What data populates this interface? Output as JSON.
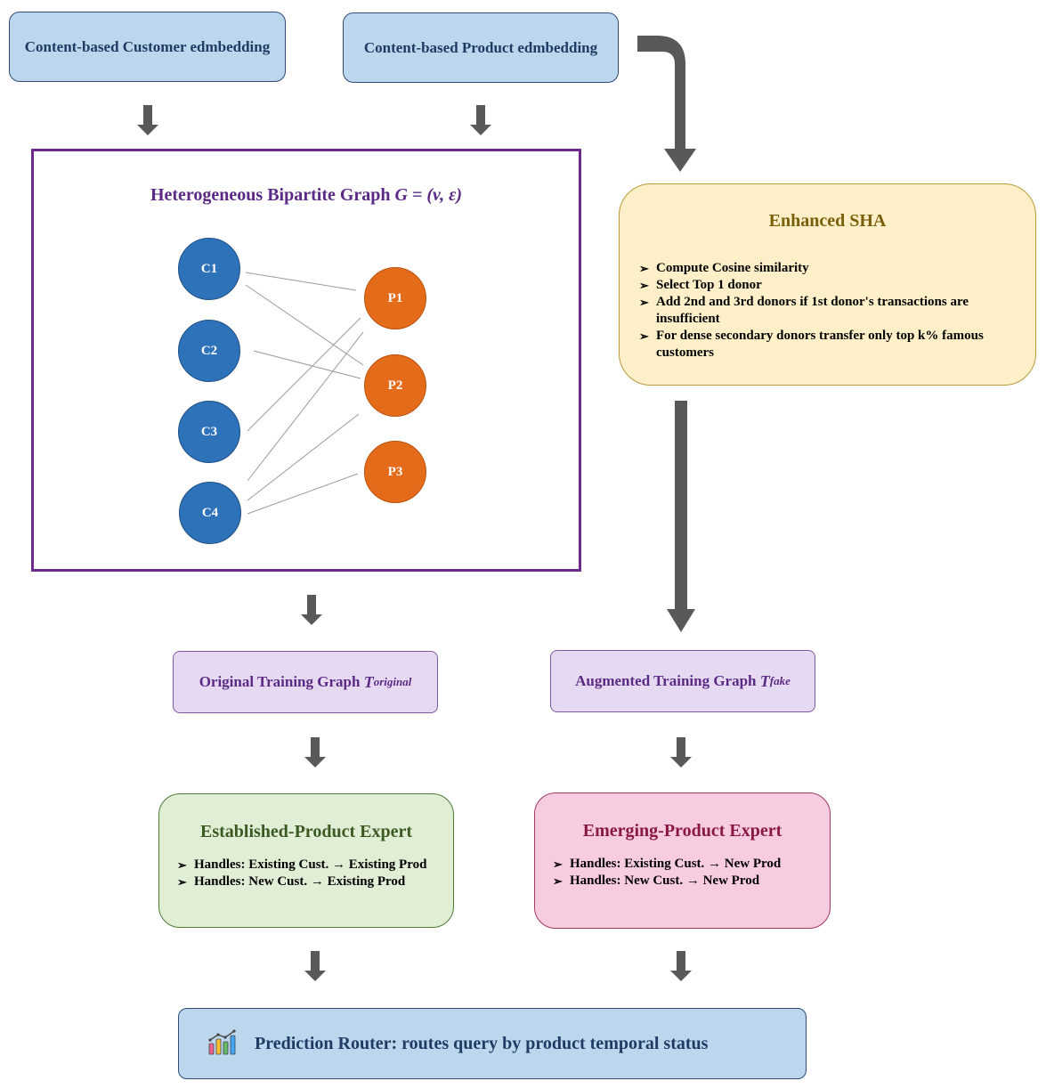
{
  "embeddings": {
    "customer": "Content-based Customer edmbedding",
    "product": "Content-based Product edmbedding"
  },
  "graph": {
    "title_text": "Heterogeneous Bipartite Graph",
    "title_math": "G = (v, ε)",
    "customer_nodes": [
      "C1",
      "C2",
      "C3",
      "C4"
    ],
    "product_nodes": [
      "P1",
      "P2",
      "P3"
    ],
    "edges": [
      [
        "C1",
        "P1"
      ],
      [
        "C1",
        "P2"
      ],
      [
        "C2",
        "P2"
      ],
      [
        "C3",
        "P1"
      ],
      [
        "C4",
        "P1"
      ],
      [
        "C4",
        "P2"
      ],
      [
        "C4",
        "P3"
      ]
    ]
  },
  "enhanced_sha": {
    "title": "Enhanced SHA",
    "items": [
      "Compute Cosine similarity",
      "Select Top 1 donor",
      "Add 2nd and 3rd donors if 1st donor's transactions are insufficient",
      "For dense secondary donors transfer only top k% famous customers"
    ]
  },
  "training_graphs": {
    "original": {
      "label": "Original Training Graph",
      "symbol": "T",
      "subscript": "original"
    },
    "augmented": {
      "label": "Augmented Training Graph",
      "symbol": "T",
      "subscript": "fake"
    }
  },
  "experts": {
    "established": {
      "title": "Established-Product Expert",
      "items": [
        "Handles: Existing Cust. → Existing Prod",
        "Handles: New Cust. → Existing Prod"
      ]
    },
    "emerging": {
      "title": "Emerging-Product Expert",
      "items": [
        "Handles: Existing Cust. → New Prod",
        "Handles: New Cust. → New Prod"
      ]
    }
  },
  "router": {
    "label": "Prediction Router: routes query by product temporal status",
    "icon": "bar-chart-icon"
  },
  "bullet_marker": "➢",
  "colors": {
    "arrow": "#595959",
    "graph_frame": "#6a2b8c",
    "customer_node": "#2e72b9",
    "product_node": "#e36b1a"
  }
}
